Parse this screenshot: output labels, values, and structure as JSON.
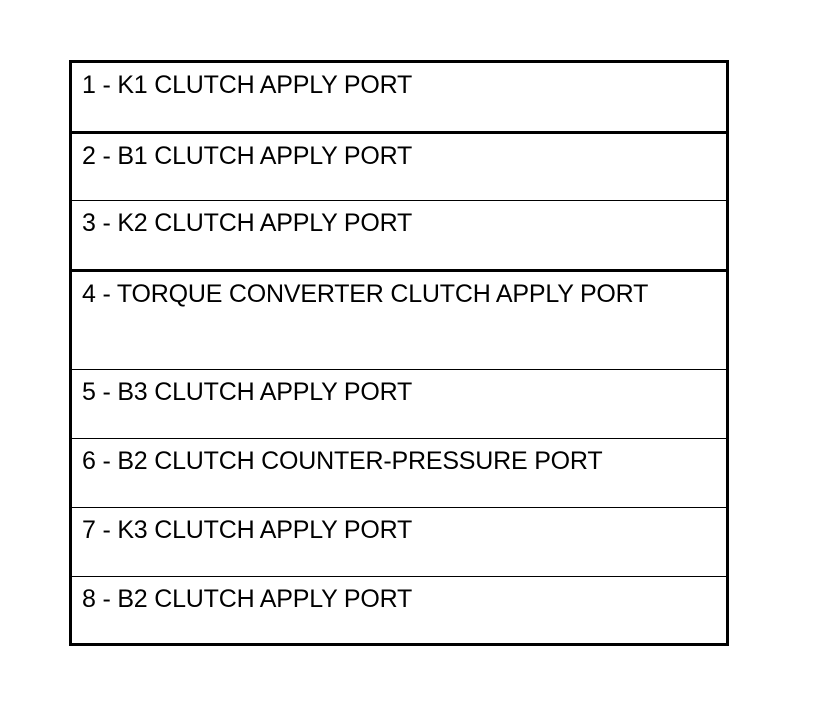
{
  "legend": {
    "items": [
      {
        "text": "1 - K1 CLUTCH APPLY PORT"
      },
      {
        "text": "2 - B1 CLUTCH APPLY PORT"
      },
      {
        "text": "3 - K2 CLUTCH APPLY PORT"
      },
      {
        "text": "4 - TORQUE CONVERTER CLUTCH APPLY PORT"
      },
      {
        "text": "5 - B3 CLUTCH APPLY PORT"
      },
      {
        "text": "6 - B2 CLUTCH COUNTER-PRESSURE PORT"
      },
      {
        "text": "7 - K3 CLUTCH APPLY PORT"
      },
      {
        "text": "8 - B2 CLUTCH APPLY PORT"
      }
    ]
  }
}
